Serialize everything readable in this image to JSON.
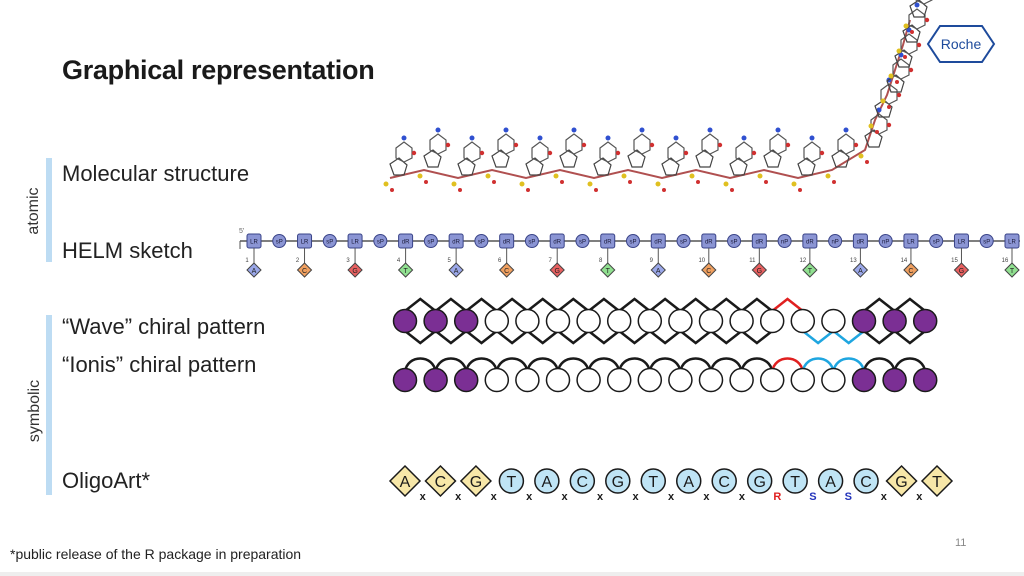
{
  "slide": {
    "title": "Graphical representation",
    "logo_text": "Roche",
    "footnote": "*public release of the R package in preparation",
    "page_number": "11"
  },
  "groups": {
    "atomic": "atomic",
    "symbolic": "symbolic"
  },
  "rows": {
    "molecular": "Molecular structure",
    "helm": "HELM sketch",
    "wave": "“Wave” chiral pattern",
    "ionis": "“Ionis” chiral pattern",
    "oligoart": "OligoArt*"
  },
  "helm": {
    "five_prime": "5'",
    "backbone": [
      "LR",
      "sP",
      "LR",
      "sP",
      "LR",
      "sP",
      "dR",
      "sP",
      "dR",
      "sP",
      "dR",
      "sP",
      "dR",
      "sP",
      "dR",
      "sP",
      "dR",
      "sP",
      "dR",
      "sP",
      "dR",
      "nP",
      "dR",
      "nP",
      "dR",
      "nP",
      "LR",
      "sP",
      "LR",
      "sP",
      "LR"
    ],
    "bases": [
      "A",
      "C",
      "G",
      "T",
      "A",
      "C",
      "G",
      "T",
      "A",
      "C",
      "G",
      "T",
      "A",
      "C",
      "G",
      "T"
    ],
    "numbers": [
      "1",
      "2",
      "3",
      "4",
      "5",
      "6",
      "7",
      "8",
      "9",
      "10",
      "11",
      "12",
      "13",
      "14",
      "15",
      "16"
    ]
  },
  "patterns": {
    "fills": [
      "p",
      "p",
      "p",
      "w",
      "w",
      "w",
      "w",
      "w",
      "w",
      "w",
      "w",
      "w",
      "w",
      "w",
      "w",
      "p",
      "p",
      "p"
    ],
    "wave_links": [
      "k",
      "k",
      "k",
      "k",
      "k",
      "k",
      "k",
      "k",
      "k",
      "k",
      "k",
      "k",
      "r",
      "b",
      "b",
      "k",
      "k"
    ],
    "ionis_links": [
      "k",
      "k",
      "k",
      "k",
      "k",
      "k",
      "k",
      "k",
      "k",
      "k",
      "k",
      "k",
      "r",
      "b",
      "b",
      "k",
      "k"
    ]
  },
  "oligoart": {
    "bases": [
      "A",
      "C",
      "G",
      "T",
      "A",
      "C",
      "G",
      "T",
      "A",
      "C",
      "G",
      "T",
      "A",
      "C",
      "G",
      "T"
    ],
    "links": [
      "x",
      "x",
      "x",
      "x",
      "x",
      "x",
      "x",
      "x",
      "x",
      "x",
      "R",
      "S",
      "S",
      "x",
      "x"
    ]
  },
  "colors": {
    "purple": "#7b2f94",
    "red": "#e02020",
    "blue": "#1fa6e0",
    "helm_node": "#8b95d4",
    "A": "#9aa7e8",
    "C": "#f0a060",
    "G": "#e86060",
    "T": "#90e090",
    "oligo_diamond": "#f7e7a8",
    "oligo_circle": "#bfe4f5",
    "R": "#e02020",
    "S": "#2233bb",
    "x": "#1a1a1a",
    "accent_bar": "#bddcf3"
  }
}
